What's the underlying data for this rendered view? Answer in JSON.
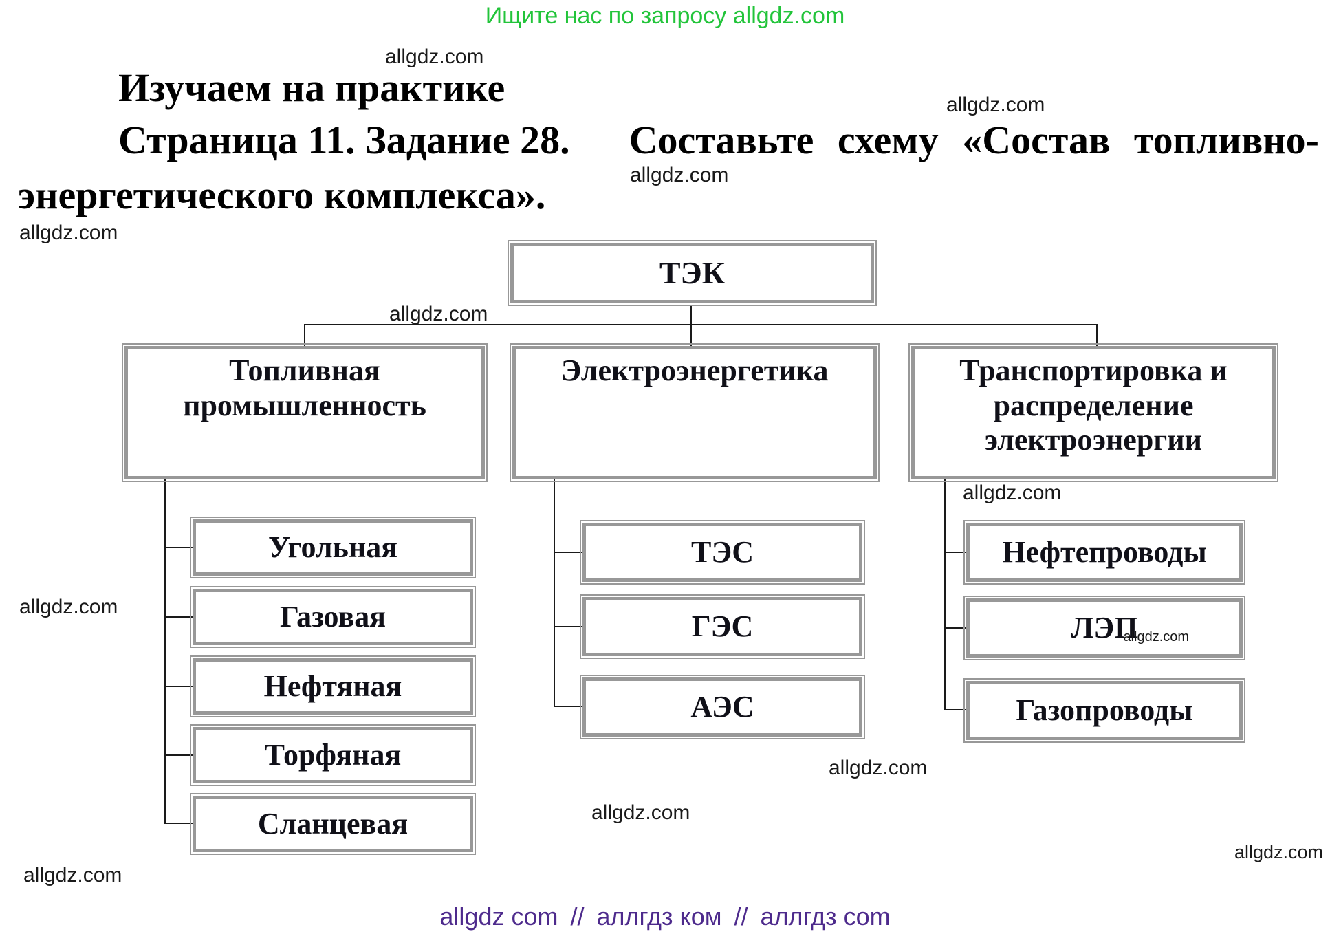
{
  "banner": {
    "text": "Ищите нас по запросу allgdz.com"
  },
  "watermarks": {
    "tag": "allgdz.com"
  },
  "heading": {
    "line1": "Изучаем на практике",
    "line2_left": "Страница 11. Задание 28.",
    "line2_right": "Составьте схему «Состав топливно-",
    "line3": "энергетического комплекса»."
  },
  "diagram": {
    "root": {
      "label": "ТЭК"
    },
    "branches": [
      {
        "label": "Топливная промышленность",
        "children": [
          "Угольная",
          "Газовая",
          "Нефтяная",
          "Торфяная",
          "Сланцевая"
        ]
      },
      {
        "label": "Электроэнергетика",
        "children": [
          "ТЭС",
          "ГЭС",
          "АЭС"
        ]
      },
      {
        "label": "Транспортировка и распределение электроэнергии",
        "children": [
          "Нефтепроводы",
          "ЛЭП",
          "Газопроводы"
        ]
      }
    ]
  },
  "footer": {
    "parts": [
      "allgdz com",
      "//",
      "аллгдз ком",
      "//",
      "аллгдз com"
    ]
  },
  "colors": {
    "green": "#22c43a",
    "purple": "#4d2a8c",
    "box_border_gray": "#989898",
    "connector_line": "#1a1a1a",
    "box_text": "#101018"
  }
}
